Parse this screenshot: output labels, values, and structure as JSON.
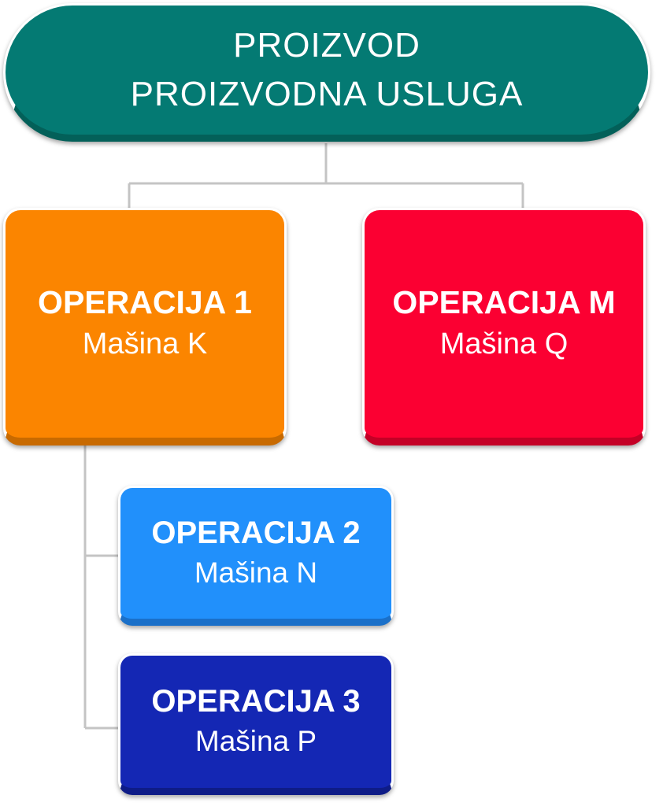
{
  "root": {
    "line1": "PROIZVOD",
    "line2": "PROIZVODNA USLUGA"
  },
  "operations": [
    {
      "title": "OPERACIJA 1",
      "machine": "Mašina K",
      "color": "#fb8500"
    },
    {
      "title": "OPERACIJA M",
      "machine": "Mašina Q",
      "color": "#fb0032"
    },
    {
      "title": "OPERACIJA 2",
      "machine": "Mašina N",
      "color": "#2190fb"
    },
    {
      "title": "OPERACIJA 3",
      "machine": "Mašina P",
      "color": "#1427b4"
    }
  ],
  "colors": {
    "root": "#047a73",
    "connector": "#c4c4c4"
  }
}
